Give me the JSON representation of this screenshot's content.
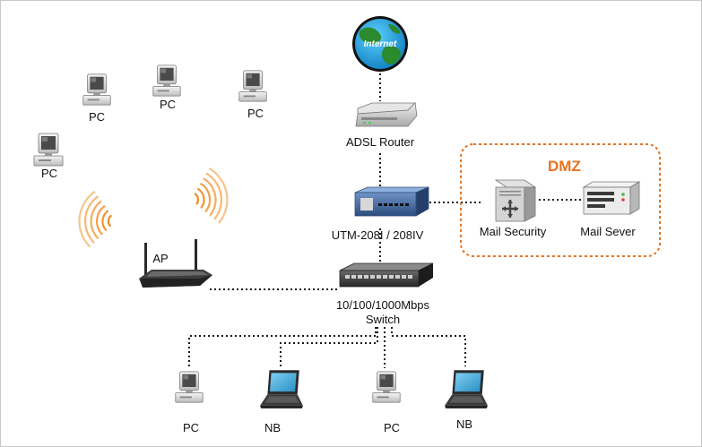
{
  "colors": {
    "link": "#1a1a1a",
    "dmz_border": "#e8731f",
    "dmz_title": "#e8731f",
    "wifi_wave": "#f08a1c",
    "globe_ocean": "#1da1e0",
    "globe_land": "#2b8a2e",
    "device_dark": "#3d3d3d",
    "utm_blue": "#3a5f96",
    "laptop_screen": "#3aa9d8"
  },
  "internet": {
    "label": "Internet",
    "icon": "globe-icon"
  },
  "router": {
    "label": "ADSL Router",
    "icon": "router-icon"
  },
  "utm": {
    "label": "UTM-208I / 208IV",
    "icon": "utm-appliance-icon"
  },
  "dmz": {
    "title": "DMZ",
    "mail_security": {
      "label": "Mail Security",
      "icon": "mail-security-icon"
    },
    "mail_server": {
      "label": "Mail Sever",
      "icon": "server-icon"
    }
  },
  "switch": {
    "line1": "10/100/1000Mbps",
    "line2": "Switch",
    "icon": "switch-icon"
  },
  "ap": {
    "label": "AP",
    "icon": "access-point-icon"
  },
  "wireless_pcs": [
    {
      "label": "PC"
    },
    {
      "label": "PC"
    },
    {
      "label": "PC"
    },
    {
      "label": "PC"
    }
  ],
  "wired_clients": [
    {
      "label": "PC",
      "icon": "pc-icon"
    },
    {
      "label": "NB",
      "icon": "laptop-icon"
    },
    {
      "label": "PC",
      "icon": "pc-icon"
    },
    {
      "label": "NB",
      "icon": "laptop-icon"
    }
  ]
}
